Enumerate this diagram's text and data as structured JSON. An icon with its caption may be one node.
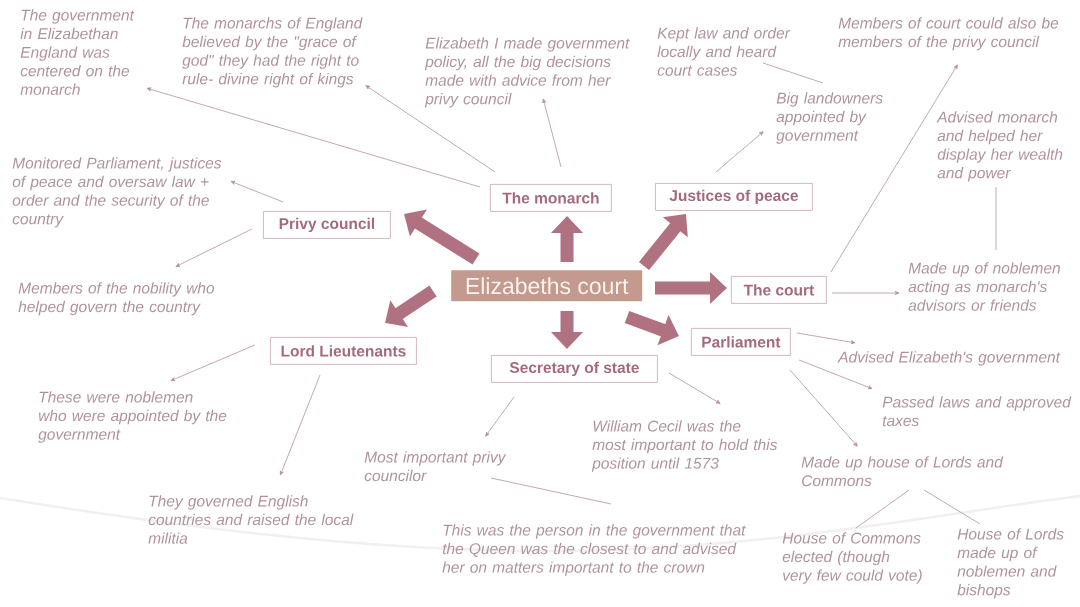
{
  "diagram": {
    "nodes": [
      {
        "text": [
          "Elizabeths court"
        ]
      },
      {
        "text": [
          "The monarch"
        ]
      },
      {
        "text": [
          "Justices of peace"
        ]
      },
      {
        "text": [
          "Privy council"
        ]
      },
      {
        "text": [
          "The court"
        ]
      },
      {
        "text": [
          "Lord Lieutenants"
        ]
      },
      {
        "text": [
          "Secretary of state"
        ]
      },
      {
        "text": [
          "Parliament"
        ]
      },
      {
        "text": [
          "The government in Elizabethan England was centered on the monarch"
        ]
      },
      {
        "text": [
          "The monarchs of England believed by the \"grace of god\" they had the right to rule- divine right of kings"
        ]
      },
      {
        "text": [
          "Elizabeth I made government policy, all the big decisions made with advice from her privy council"
        ]
      },
      {
        "text": [
          "Kept law and order locally and heard court cases"
        ]
      },
      {
        "text": [
          "Big landowners appointed by government"
        ]
      },
      {
        "text": [
          "Members of court could also be members of the privy council"
        ]
      },
      {
        "text": [
          "Advised monarch and helped her display her wealth and power"
        ]
      },
      {
        "text": [
          "Made up of noblemen acting as monarch's advisors or friends"
        ]
      },
      {
        "text": [
          "Monitored Parliament, justices of peace and oversaw law + order and the security of the country"
        ]
      },
      {
        "text": [
          "Members of the nobility who helped govern the country"
        ]
      },
      {
        "text": [
          "These were noblemen who were appointed by the government"
        ]
      },
      {
        "text": [
          "They governed English countries and raised the local militia"
        ]
      },
      {
        "text": [
          "Most important privy councilor"
        ]
      },
      {
        "text": [
          "This was the person in the government that the Queen was the closest to and advised her on matters important to the crown"
        ]
      },
      {
        "text": [
          "William Cecil was the most important to hold this position until 1573"
        ]
      },
      {
        "text": [
          "Advised Elizabeth's government"
        ]
      },
      {
        "text": [
          "Passed laws and approved taxes"
        ]
      },
      {
        "text": [
          "Made up house of Lords and Commons"
        ]
      },
      {
        "text": [
          "House of Commons elected (though very few could vote)"
        ]
      },
      {
        "text": [
          "House of Lords made up of noblemen and bishops"
        ]
      }
    ],
    "edges": [
      {
        "from": 0,
        "to": 1,
        "arrow": "to",
        "style": "thick",
        "color": "#b07180"
      },
      {
        "from": 0,
        "to": 2,
        "arrow": "to",
        "style": "thick",
        "color": "#b07180"
      },
      {
        "from": 0,
        "to": 3,
        "arrow": "to",
        "style": "thick",
        "color": "#b07180"
      },
      {
        "from": 0,
        "to": 4,
        "arrow": "to",
        "style": "thick",
        "color": "#b07180"
      },
      {
        "from": 0,
        "to": 5,
        "arrow": "to",
        "style": "thick",
        "color": "#b07180"
      },
      {
        "from": 0,
        "to": 6,
        "arrow": "to",
        "style": "thick",
        "color": "#b07180"
      },
      {
        "from": 0,
        "to": 7,
        "arrow": "to",
        "style": "thick",
        "color": "#b07180"
      },
      {
        "from": 1,
        "to": 8,
        "arrow": "to"
      },
      {
        "from": 1,
        "to": 9,
        "arrow": "to"
      },
      {
        "from": 1,
        "to": 10,
        "arrow": "to"
      },
      {
        "from": 2,
        "to": 12,
        "arrow": "to"
      },
      {
        "from": 11,
        "to": 12,
        "arrow": "none"
      },
      {
        "from": 4,
        "to": 13,
        "arrow": "to"
      },
      {
        "from": 4,
        "to": 15,
        "arrow": "to"
      },
      {
        "from": 14,
        "to": 15,
        "arrow": "none"
      },
      {
        "from": 3,
        "to": 16,
        "arrow": "to"
      },
      {
        "from": 3,
        "to": 17,
        "arrow": "to"
      },
      {
        "from": 5,
        "to": 18,
        "arrow": "to"
      },
      {
        "from": 5,
        "to": 19,
        "arrow": "to"
      },
      {
        "from": 6,
        "to": 20,
        "arrow": "to"
      },
      {
        "from": 20,
        "to": 21,
        "arrow": "none"
      },
      {
        "from": 6,
        "to": 22,
        "arrow": "to"
      },
      {
        "from": 7,
        "to": 23,
        "arrow": "to"
      },
      {
        "from": 7,
        "to": 24,
        "arrow": "to"
      },
      {
        "from": 7,
        "to": 25,
        "arrow": "to"
      },
      {
        "from": 25,
        "to": 26,
        "arrow": "none"
      },
      {
        "from": 25,
        "to": 27,
        "arrow": "none"
      }
    ]
  }
}
